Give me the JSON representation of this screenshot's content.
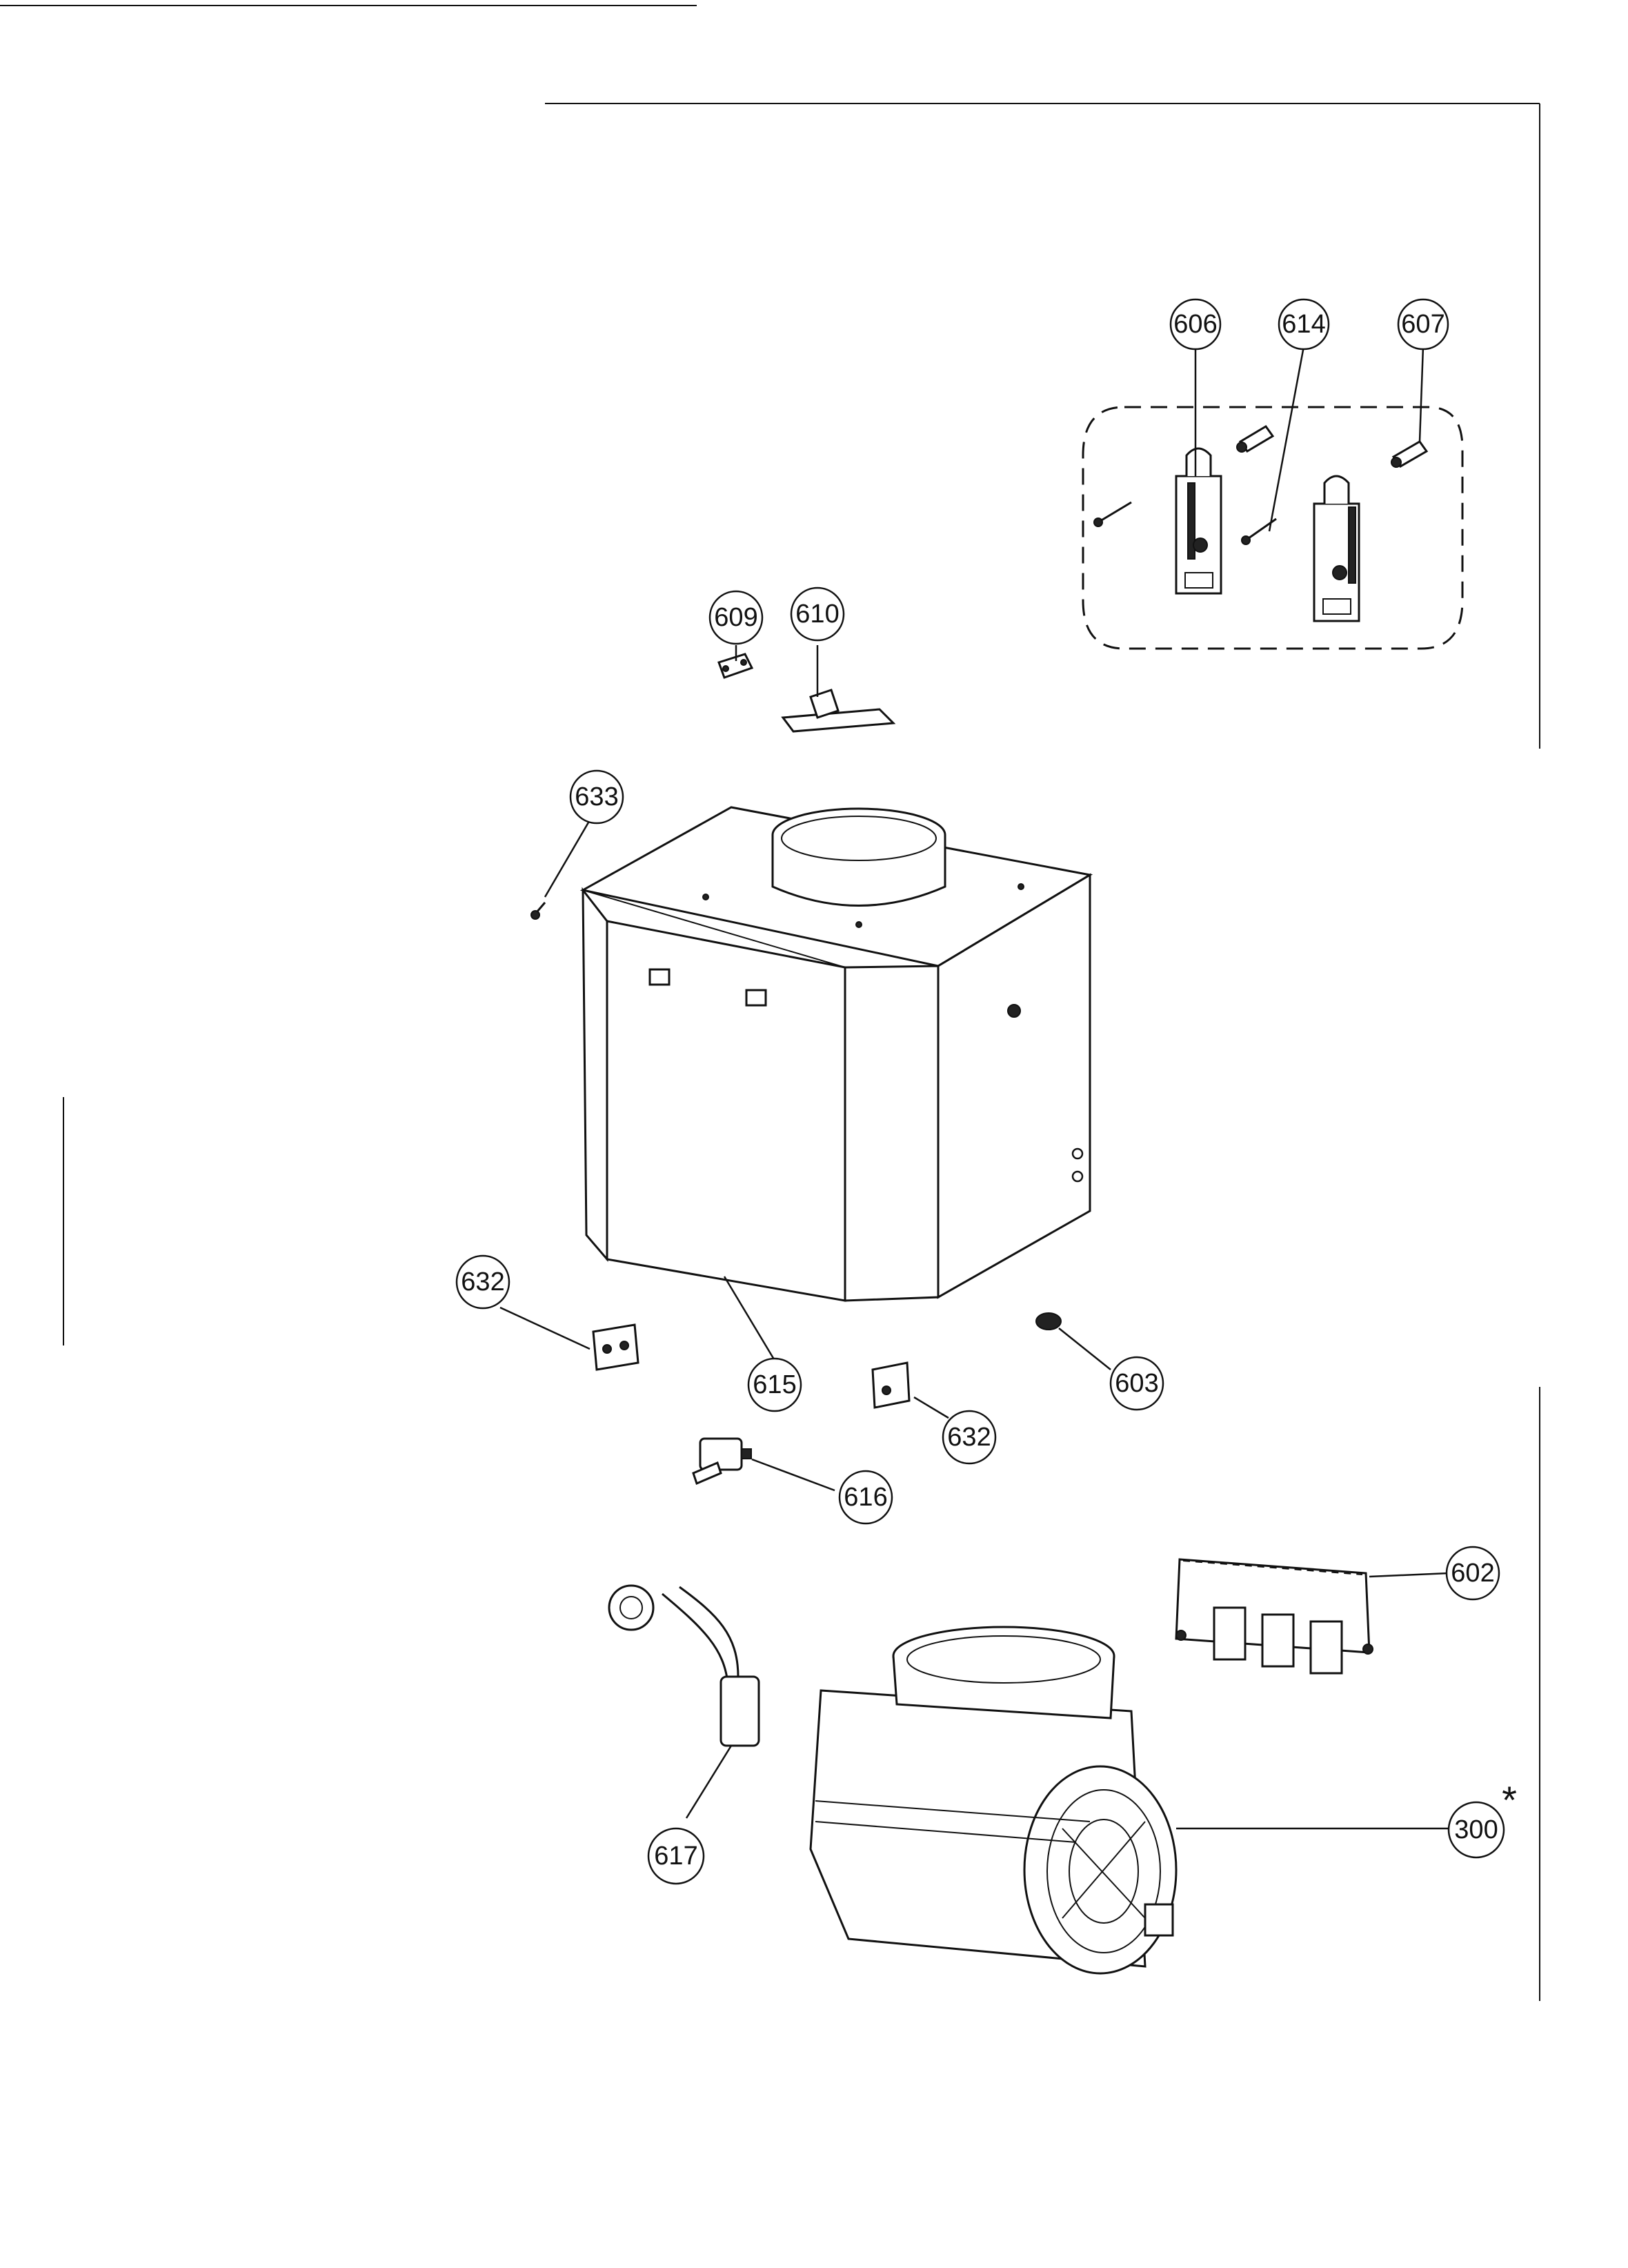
{
  "callouts": {
    "c606": "606",
    "c614": "614",
    "c607": "607",
    "c609": "609",
    "c610": "610",
    "c633": "633",
    "c632a": "632",
    "c615": "615",
    "c603": "603",
    "c632b": "632",
    "c616": "616",
    "c602": "602",
    "c617": "617",
    "c300": "300"
  },
  "asterisk": "*"
}
